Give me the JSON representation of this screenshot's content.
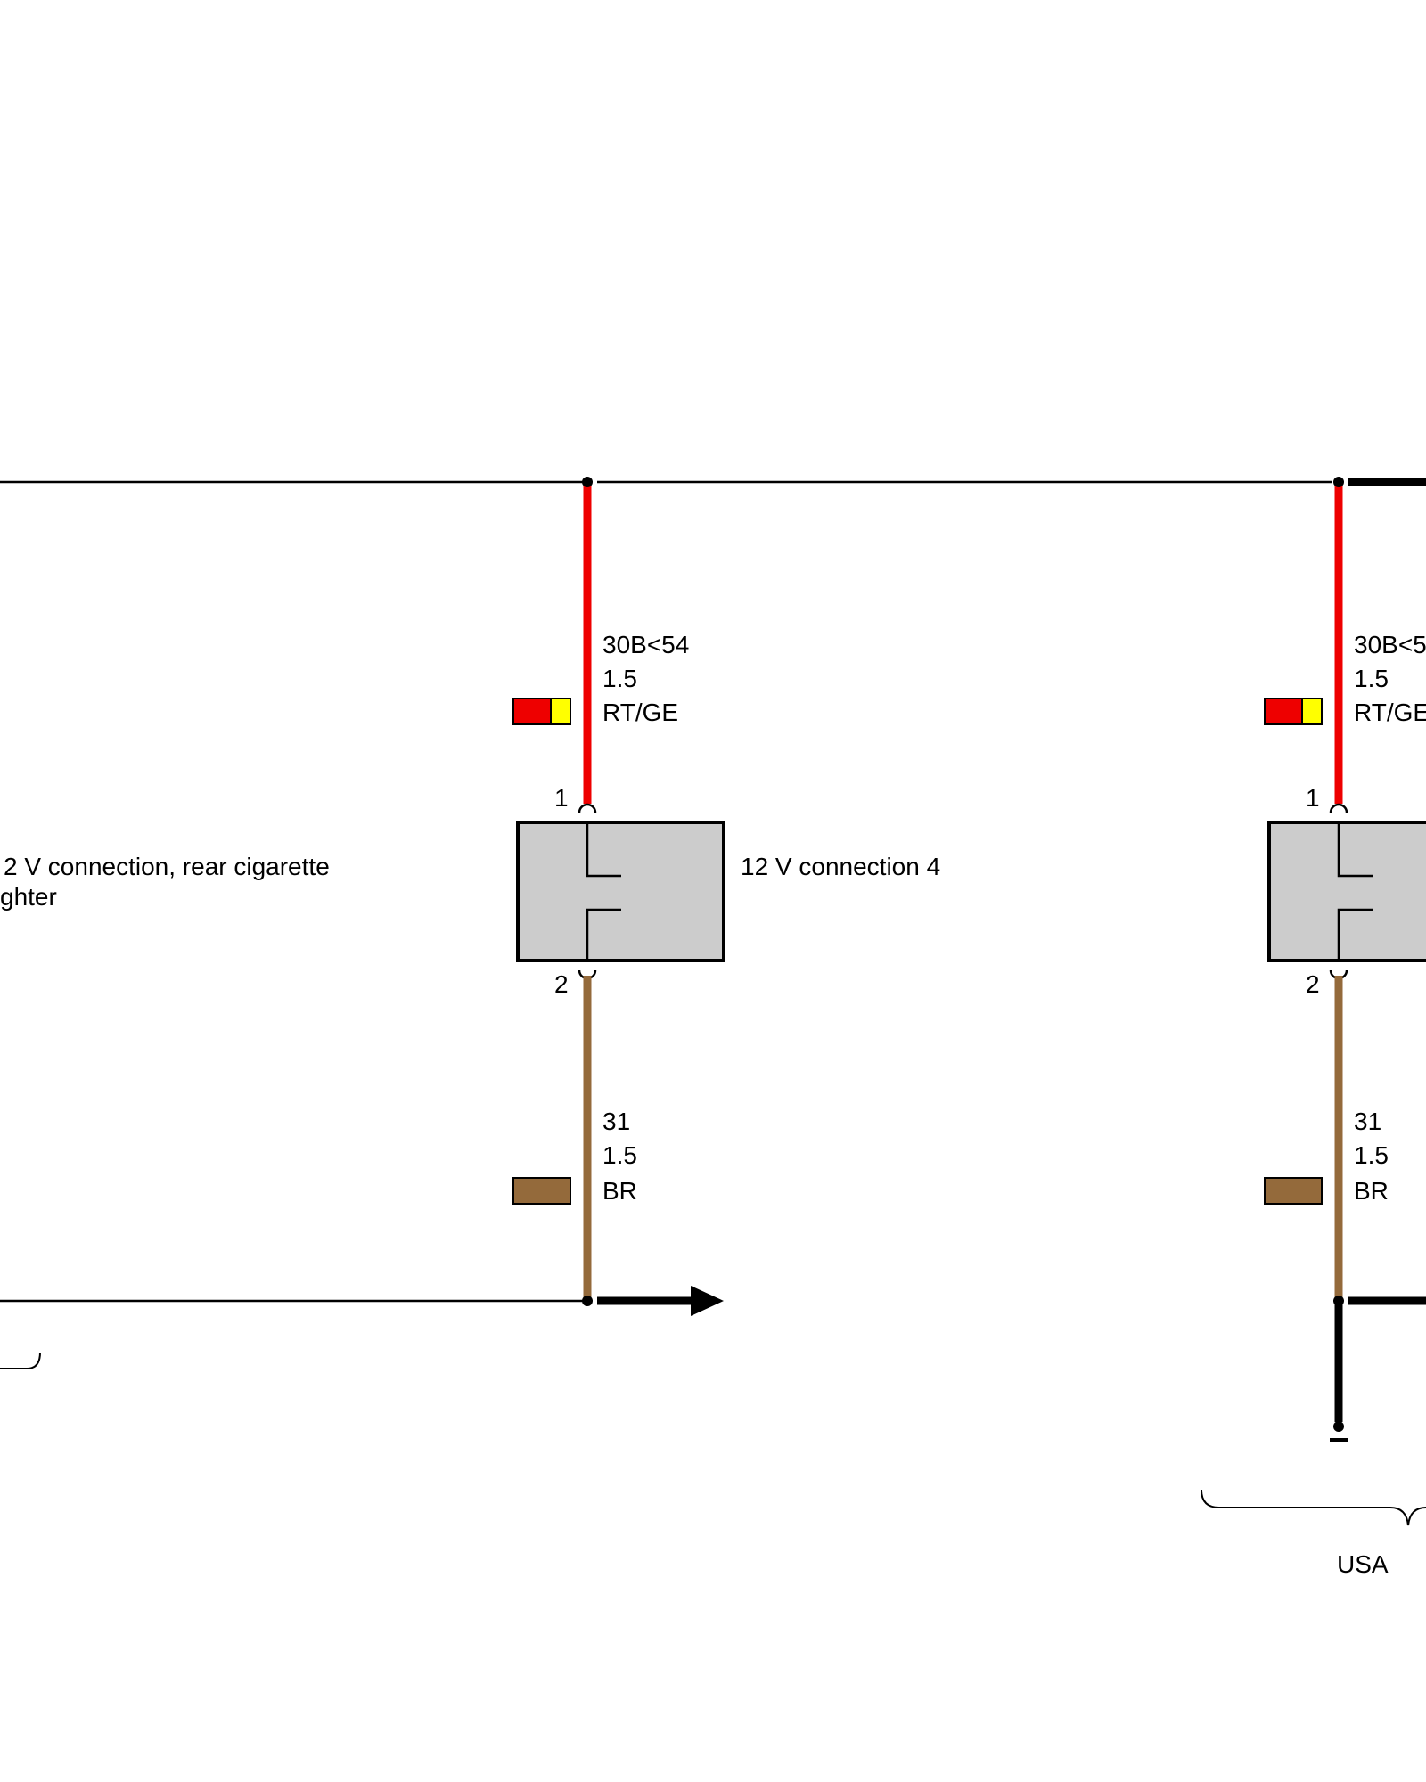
{
  "colors": {
    "red": "#ee0000",
    "yellow": "#ffff00",
    "brown": "#946a3b",
    "connector_fill": "#cccccc",
    "line": "#000000"
  },
  "left_component": {
    "wire_top": {
      "terminal": "30B<54",
      "cross_section": "1.5",
      "color_code": "RT/GE"
    },
    "pin_top": "1",
    "pin_bottom": "2",
    "label": "12 V connection 4",
    "wire_bottom": {
      "terminal": "31",
      "cross_section": "1.5",
      "color_code": "BR"
    }
  },
  "right_component": {
    "wire_top": {
      "terminal": "30B<5",
      "cross_section": "1.5",
      "color_code": "RT/GE"
    },
    "pin_top": "1",
    "pin_bottom": "2",
    "wire_bottom": {
      "terminal": "31",
      "cross_section": "1.5",
      "color_code": "BR"
    }
  },
  "left_edge_label": {
    "line1": "2 V connection, rear cigarette",
    "line2": "ghter"
  },
  "bracket_label": "USA"
}
